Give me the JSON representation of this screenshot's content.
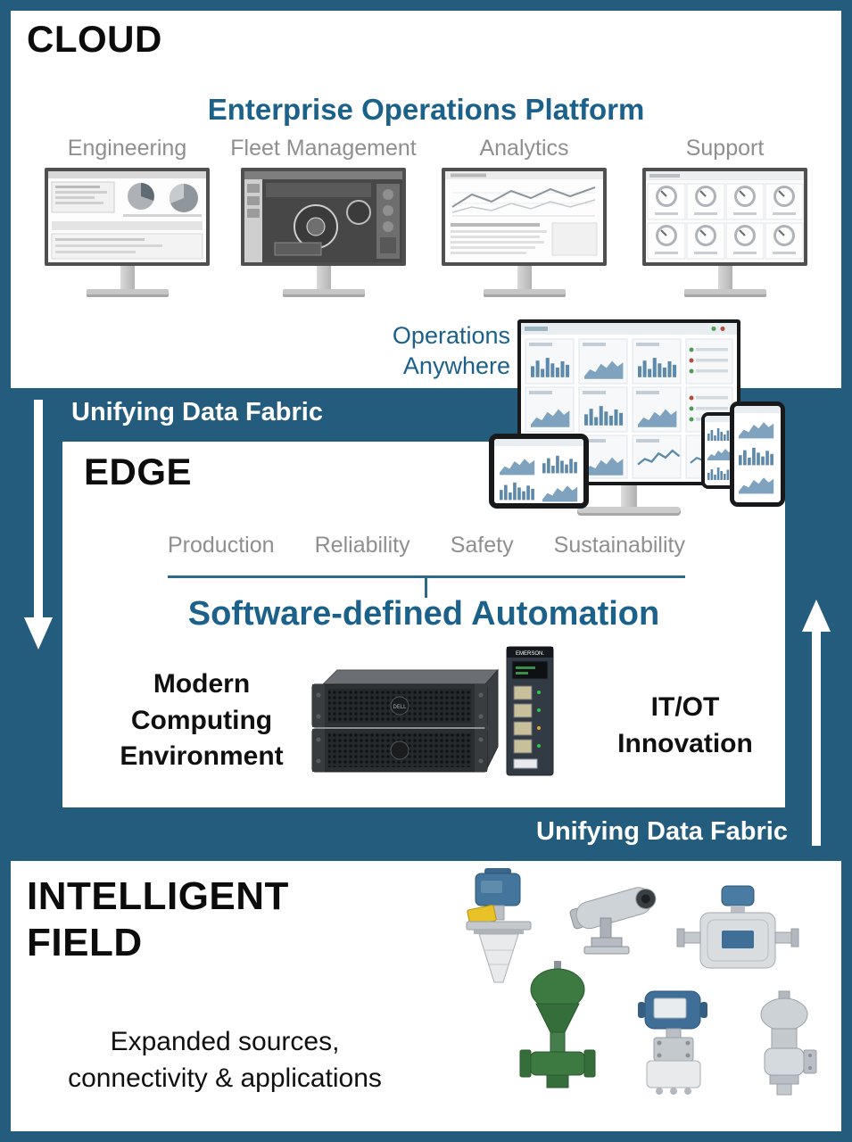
{
  "colors": {
    "band_teal": "#235c7d",
    "heading_teal": "#1b618a",
    "gray_label": "#8f8f8f",
    "text_black": "#0c0c0c",
    "arrow_white": "#ffffff"
  },
  "cloud": {
    "label": "CLOUD",
    "title": "Enterprise Operations Platform",
    "monitors": [
      {
        "label": "Engineering"
      },
      {
        "label": "Fleet Management"
      },
      {
        "label": "Analytics"
      },
      {
        "label": "Support"
      }
    ],
    "operations_anywhere": "Operations\nAnywhere"
  },
  "fabric": {
    "top_label": "Unifying Data Fabric",
    "bottom_label": "Unifying Data Fabric"
  },
  "edge": {
    "label": "EDGE",
    "categories": [
      "Production",
      "Reliability",
      "Safety",
      "Sustainability"
    ],
    "title": "Software-defined Automation",
    "left_caption": "Modern\nComputing\nEnvironment",
    "right_caption": "IT/OT\nInnovation",
    "server_brand": "DELL",
    "controller_brand": "EMERSON."
  },
  "field": {
    "label": "INTELLIGENT\nFIELD",
    "caption": "Expanded sources,\nconnectivity & applications"
  }
}
